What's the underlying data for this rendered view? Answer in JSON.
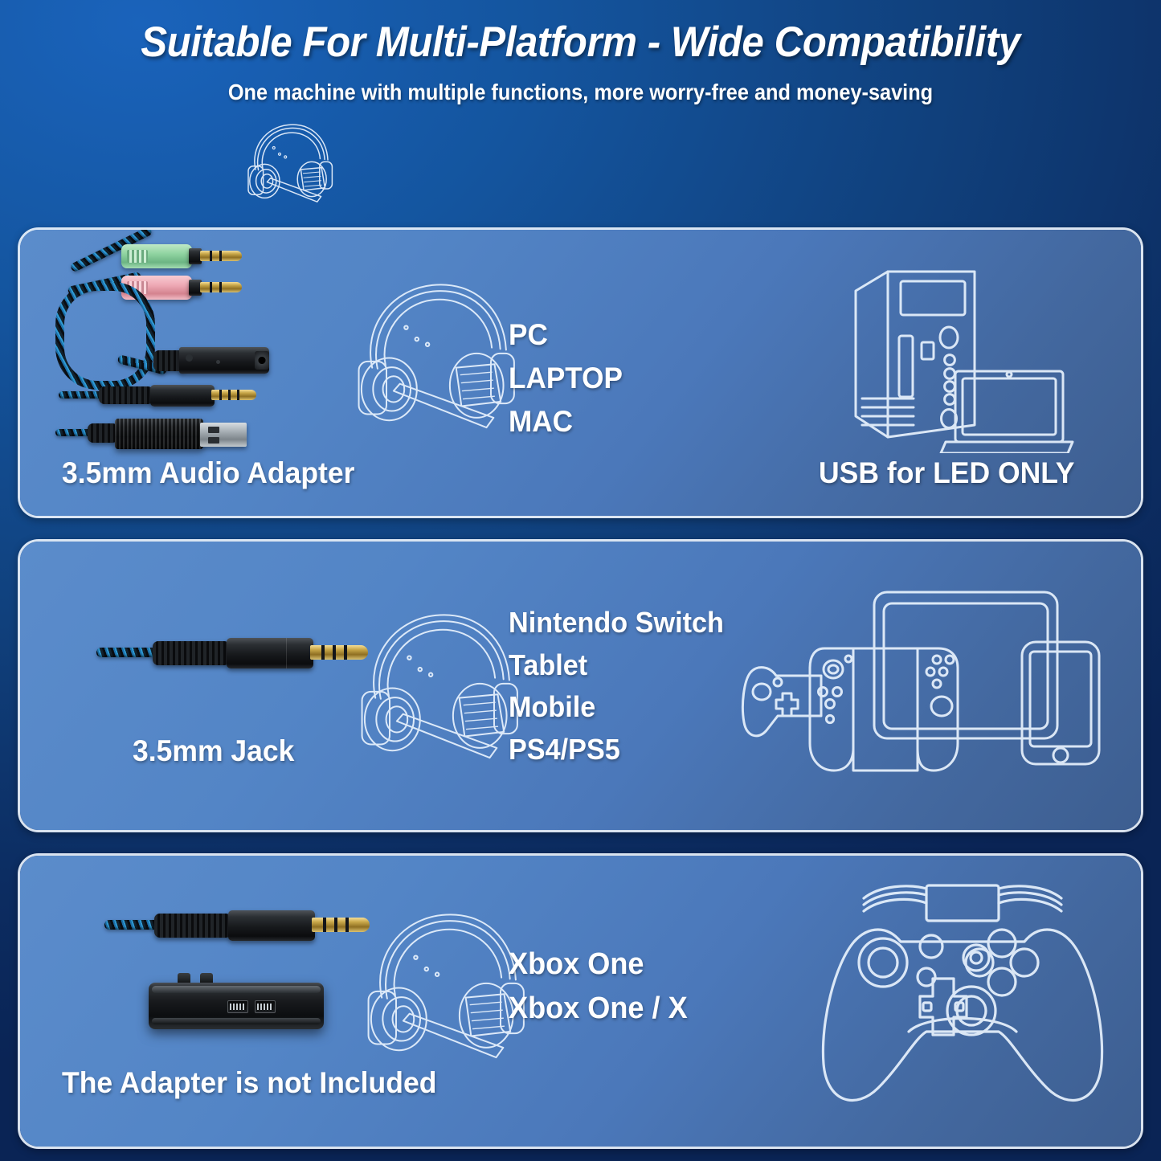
{
  "header": {
    "title": "Suitable For Multi-Platform - Wide Compatibility",
    "subtitle": "One machine with multiple functions, more worry-free and money-saving",
    "device_icons": [
      "gaming-headset-icon",
      "desktop-pc-and-laptop-icon",
      "nintendo-switch-icon",
      "tablet-icon",
      "game-controller-icon",
      "smartphone-icon"
    ]
  },
  "colors": {
    "background_top": "#1a63bb",
    "background_bottom": "#0a2455",
    "panel_fill_light": "#5b8ccb",
    "panel_fill_dark": "#3d5e90",
    "panel_border": "#ebf3fc",
    "text": "#ffffff",
    "outline_art": "#dce9f7",
    "jack_green": "#8fd3a0",
    "jack_pink": "#eea9b5",
    "gold_pin": "#c9a84a",
    "cable_blue": "#2e9ad4"
  },
  "panels": [
    {
      "id": "panel-pc-laptop-mac",
      "product_caption": "3.5mm Audio Adapter",
      "compatibility": [
        "PC",
        "LAPTOP",
        "MAC"
      ],
      "right_caption": "USB for LED ONLY",
      "left_art": "3-5mm-audio-splitter-adapter-photo",
      "middle_art": "gaming-headset-outline-icon",
      "right_art": "desktop-pc-and-laptop-outline-icon"
    },
    {
      "id": "panel-switch-tablet-mobile-ps",
      "product_caption": "3.5mm Jack",
      "compatibility": [
        "Nintendo Switch",
        "Tablet",
        "Mobile",
        "PS4/PS5"
      ],
      "right_caption": "",
      "left_art": "3-5mm-jack-plug-photo",
      "middle_art": "gaming-headset-outline-icon",
      "right_art": "switch-tablet-phone-outline-icon"
    },
    {
      "id": "panel-xbox",
      "product_caption": "The Adapter is not Included",
      "compatibility": [
        "Xbox One",
        "Xbox One / X"
      ],
      "right_caption": "",
      "left_art": "3-5mm-jack-plug-and-xbox-adapter-photo",
      "middle_art": "gaming-headset-outline-icon",
      "right_art": "xbox-controller-outline-icon"
    }
  ]
}
